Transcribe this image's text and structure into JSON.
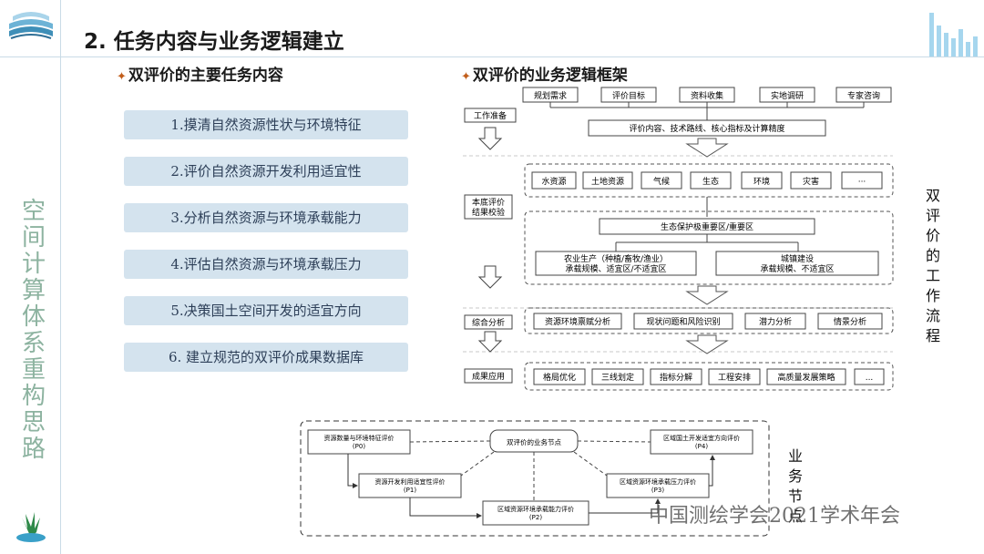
{
  "title": "2. 任务内容与业务逻辑建立",
  "vertical_title": "空间计算体系重构思路",
  "left_heading": "双评价的主要任务内容",
  "tasks": [
    "1.摸清自然资源性状与环境特征",
    "2.评价自然资源开发利用适宜性",
    "3.分析自然资源与环境承载能力",
    "4.评估自然资源与环境承载压力",
    "5.决策国土空间开发的适宜方向",
    "6. 建立规范的双评价成果数据库"
  ],
  "right_heading": "双评价的业务逻辑框架",
  "framework": {
    "stages": [
      "工作准备",
      "本底评价\n结果校验",
      "综合分析",
      "成果应用"
    ],
    "prep_items": [
      "规划需求",
      "评价目标",
      "资料收集",
      "实地调研",
      "专家咨询"
    ],
    "prep_summary": "评价内容、技术路线、核心指标及计算精度",
    "resources": [
      "水资源",
      "土地资源",
      "气候",
      "生态",
      "环境",
      "灾害",
      "···"
    ],
    "eco_zone": "生态保护极重要区/重要区",
    "agri_line1": "农业生产（种植/畜牧/渔业）",
    "agri_line2": "承载规模、适宜区/不适宜区",
    "urban_line1": "城镇建设",
    "urban_line2": "承载规模、不适宜区",
    "analysis": [
      "资源环境禀赋分析",
      "现状问题和风险识别",
      "潜力分析",
      "情景分析"
    ],
    "applications": [
      "格局优化",
      "三线划定",
      "指标分解",
      "工程安排",
      "高质量发展策略",
      "..."
    ]
  },
  "right_vertical_label": "双评价的工作流程",
  "business": {
    "center": "双评价的业务节点",
    "p0": "资源数量与环境特征评价\n(P0)",
    "p1": "资源开发利用适宜性评价\n(P1)",
    "p2": "区域资源环境承载能力评价\n(P2)",
    "p3": "区域资源环境承载压力评价\n(P3)",
    "p4": "区域国土开发适宜方向评价\n(P4)"
  },
  "business_vertical_label": "业务节点",
  "footer": "中国测绘学会2021学术年会"
}
